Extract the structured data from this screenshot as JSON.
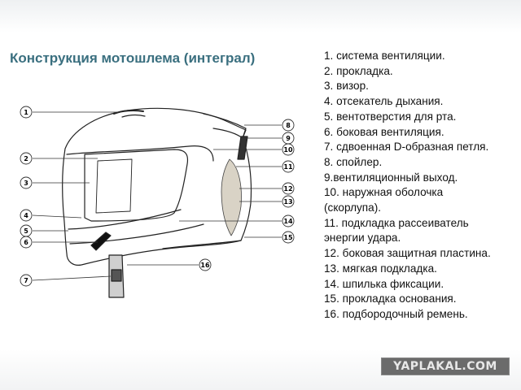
{
  "title": "Конструкция мотошлема (интеграл)",
  "legend": [
    "1. система вентиляции.",
    "2. прокладка.",
    "3. визор.",
    "4. отсекатель дыхания.",
    "5. вентотверстия для рта.",
    "6. боковая вентиляция.",
    "7. сдвоенная D-образная петля.",
    "8. спойлер.",
    "9.вентиляционный выход.",
    "10. наружная оболочка",
    "(скорлупа).",
    "11. подкладка рассеиватель",
    "энергии удара.",
    "12. боковая защитная пластина.",
    "13. мягкая подкладка.",
    "14. шпилька фиксации.",
    "15. прокладка основания.",
    "16. подбородочный ремень."
  ],
  "callouts": {
    "n1": "1",
    "n2": "2",
    "n3": "3",
    "n4": "4",
    "n5": "5",
    "n6": "6",
    "n7": "7",
    "n8": "8",
    "n9": "9",
    "n10": "10",
    "n11": "11",
    "n12": "12",
    "n13": "13",
    "n14": "14",
    "n15": "15",
    "n16": "16"
  },
  "watermark": "YAPLAKAL.COM"
}
